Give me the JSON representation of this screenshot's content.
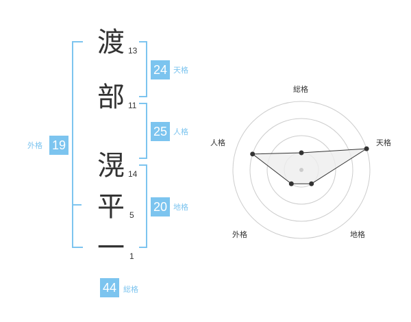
{
  "name": {
    "characters": [
      {
        "char": "渡",
        "strokes": "13"
      },
      {
        "char": "部",
        "strokes": "11"
      },
      {
        "char": "滉",
        "strokes": "14"
      },
      {
        "char": "平",
        "strokes": "5"
      },
      {
        "char": "一",
        "strokes": "1"
      }
    ]
  },
  "scores": {
    "tenkaku": {
      "value": "24",
      "label": "天格"
    },
    "jinkaku": {
      "value": "25",
      "label": "人格"
    },
    "chikaku": {
      "value": "20",
      "label": "地格"
    },
    "gaikaku": {
      "value": "19",
      "label": "外格"
    },
    "soukaku": {
      "value": "44",
      "label": "総格"
    }
  },
  "chart_data": {
    "type": "radar",
    "axes": [
      "総格",
      "天格",
      "地格",
      "外格",
      "人格"
    ],
    "levels": 4,
    "values": [
      1,
      4,
      1,
      1,
      3
    ],
    "max": 4,
    "colors": {
      "fill": "#eeeeee",
      "stroke": "#333333",
      "grid": "#cccccc",
      "center": "#cccccc"
    }
  },
  "colors": {
    "accent": "#7cc4ef",
    "text": "#333333"
  }
}
